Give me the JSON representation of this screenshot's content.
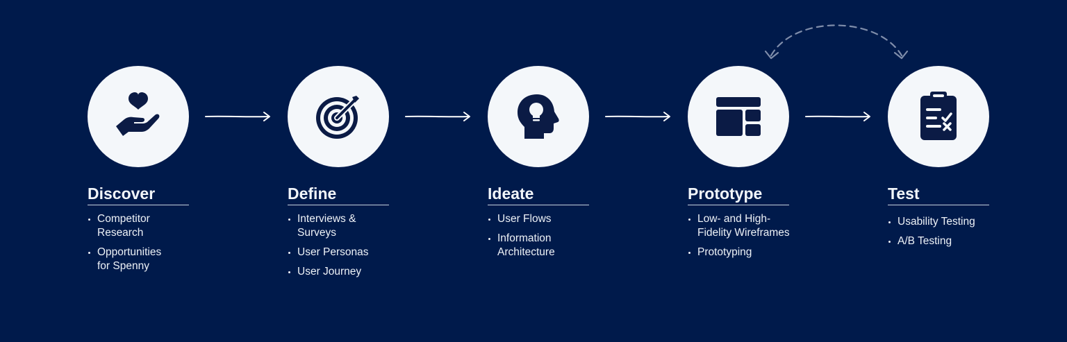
{
  "stages": [
    {
      "title": "Discover",
      "icon": "heart-in-hand-icon",
      "items": [
        "Competitor\nResearch",
        "Opportunities\nfor Spenny"
      ]
    },
    {
      "title": "Define",
      "icon": "target-icon",
      "items": [
        "Interviews &\nSurveys",
        "User Personas",
        "User Journey"
      ]
    },
    {
      "title": "Ideate",
      "icon": "head-lightbulb-icon",
      "items": [
        "User Flows",
        "Information\nArchitecture"
      ]
    },
    {
      "title": "Prototype",
      "icon": "wireframe-layout-icon",
      "items": [
        "Low- and High-\nFidelity Wireframes",
        "Prototyping"
      ]
    },
    {
      "title": "Test",
      "icon": "clipboard-checklist-icon",
      "items": [
        "Usability Testing",
        "A/B Testing"
      ]
    }
  ],
  "colors": {
    "background": "#001A4B",
    "circle": "#F4F7FA",
    "icon": "#0B1B45",
    "text": "#F2F6FA",
    "loop_arrow": "#7F8DAA"
  }
}
